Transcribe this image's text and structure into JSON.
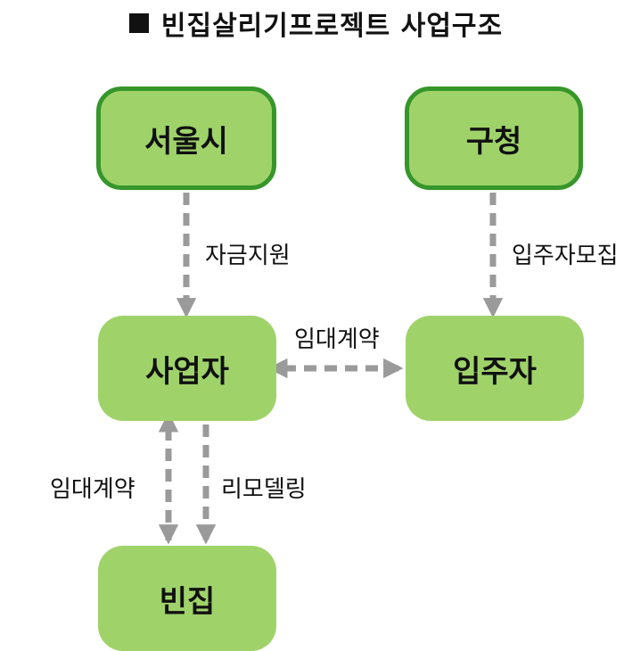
{
  "title": "빈집살리기프로젝트 사업구조",
  "nodes": {
    "seoul": "서울시",
    "gucheong": "구청",
    "operator": "사업자",
    "tenant": "입주자",
    "vacant_house": "빈집"
  },
  "edges": {
    "funding": "자금지원",
    "tenant_recruit": "입주자모집",
    "lease_top": "임대계약",
    "lease_bottom": "임대계약",
    "remodeling": "리모델링"
  },
  "colors": {
    "node_fill": "#9fd36a",
    "node_border": "#36962a",
    "arrow": "#9a9a9a"
  }
}
